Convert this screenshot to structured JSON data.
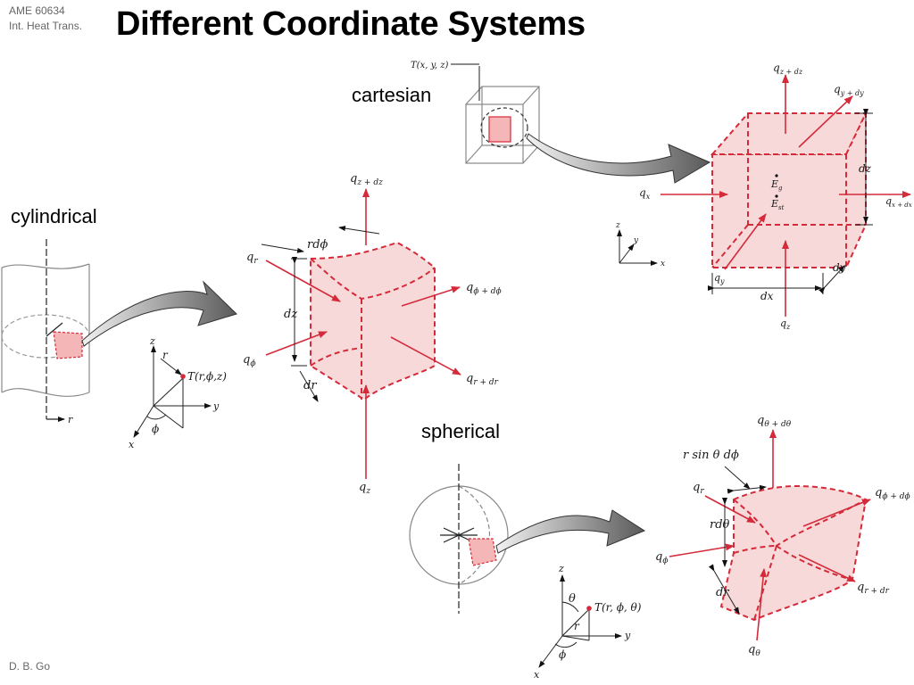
{
  "header": {
    "course_code": "AME 60634",
    "course_name": "Int. Heat Trans.",
    "title": "Different Coordinate Systems"
  },
  "footer": {
    "author": "D. B. Go"
  },
  "colors": {
    "accent": "#d42a3a",
    "fill": "#f8d9d9",
    "arrow_gray": "#6e6e6e"
  },
  "cartesian": {
    "label": "cartesian",
    "point_label": "T(x, y, z)",
    "flux_labels": {
      "qz_dz": "q",
      "qz_dz_sub": "z + dz",
      "qy_dy": "q",
      "qy_dy_sub": "y + dy",
      "qx": "q",
      "qx_sub": "x",
      "qx_dx": "q",
      "qx_dx_sub": "x + dx",
      "qy": "q",
      "qy_sub": "y",
      "qz": "q",
      "qz_sub": "z"
    },
    "dims": {
      "dz": "dz",
      "dy": "dy",
      "dx": "dx"
    },
    "energy": {
      "eg": "E",
      "eg_sub": "g",
      "est": "E",
      "est_sub": "st"
    },
    "axes": {
      "x": "x",
      "y": "y",
      "z": "z"
    }
  },
  "cylindrical": {
    "label": "cylindrical",
    "flux_labels": {
      "qz_dz": "q",
      "qz_dz_sub": "z + dz",
      "qr": "q",
      "qr_sub": "r",
      "qphi_dphi": "q",
      "qphi_dphi_sub": "ϕ + dϕ",
      "qphi": "q",
      "qphi_sub": "ϕ",
      "qr_dr": "q",
      "qr_dr_sub": "r + dr",
      "qz": "q",
      "qz_sub": "z"
    },
    "dims": {
      "rdphi": "rdϕ",
      "dz": "dz",
      "dr": "dr"
    },
    "axes": {
      "z": "z",
      "r": "r",
      "y": "y",
      "x": "x",
      "phi": "ϕ",
      "point": "T(r,ϕ,z)",
      "base_r": "r"
    }
  },
  "spherical": {
    "label": "spherical",
    "flux_labels": {
      "qtheta_dtheta": "q",
      "qtheta_dtheta_sub": "θ + dθ",
      "qr": "q",
      "qr_sub": "r",
      "qphi_dphi": "q",
      "qphi_dphi_sub": "ϕ + dϕ",
      "qphi": "q",
      "qphi_sub": "ϕ",
      "qr_dr": "q",
      "qr_dr_sub": "r + dr",
      "qtheta": "q",
      "qtheta_sub": "θ"
    },
    "dims": {
      "rsin": "r sin θ dϕ",
      "rdtheta": "rdθ",
      "dr": "dr"
    },
    "axes": {
      "z": "z",
      "theta": "θ",
      "point": "T(r, ϕ, θ)",
      "r": "r",
      "y": "y",
      "x": "x",
      "phi": "ϕ"
    }
  }
}
